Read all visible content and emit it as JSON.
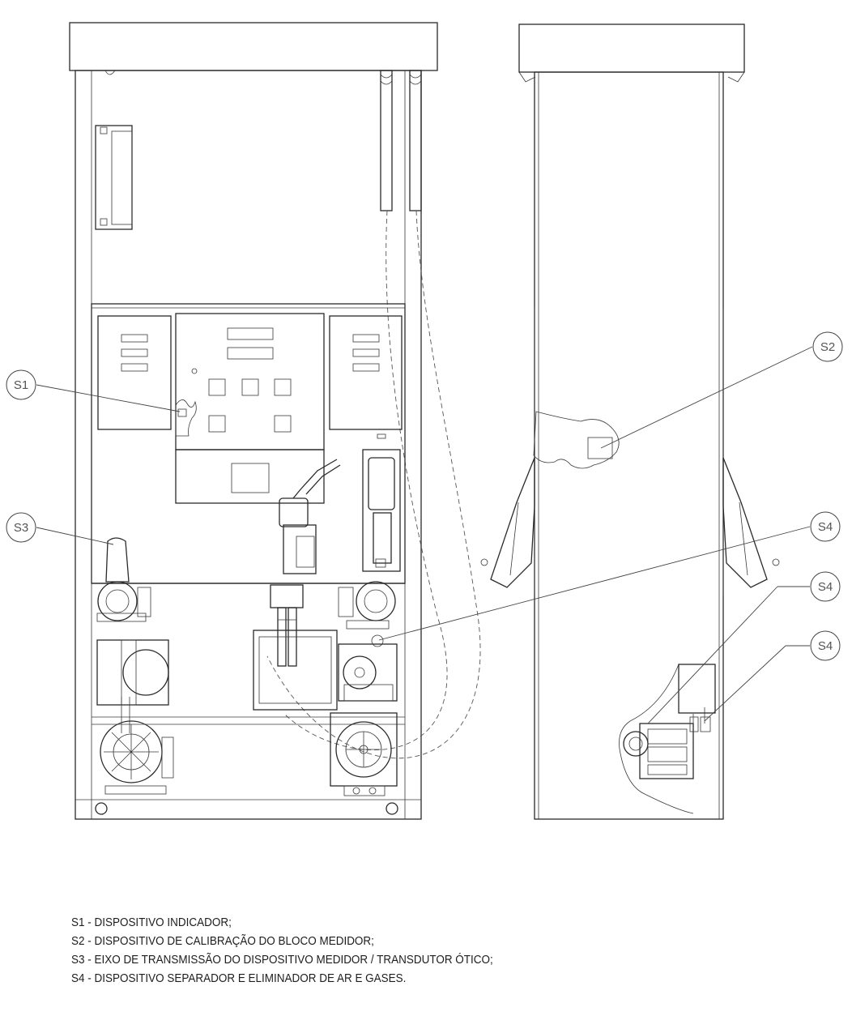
{
  "callouts": {
    "s1": "S1",
    "s2": "S2",
    "s3": "S3",
    "s4a": "S4",
    "s4b": "S4",
    "s4c": "S4"
  },
  "legend": [
    {
      "text": "S1 - DISPOSITIVO INDICADOR;"
    },
    {
      "text": "S2 - DISPOSITIVO DE CALIBRAÇÃO DO BLOCO MEDIDOR;"
    },
    {
      "text": "S3 - EIXO DE TRANSMISSÃO DO DISPOSITIVO MEDIDOR / TRANSDUTOR ÓTICO;"
    },
    {
      "text": "S4 - DISPOSITIVO SEPARADOR E ELIMINADOR DE AR E GASES."
    }
  ]
}
